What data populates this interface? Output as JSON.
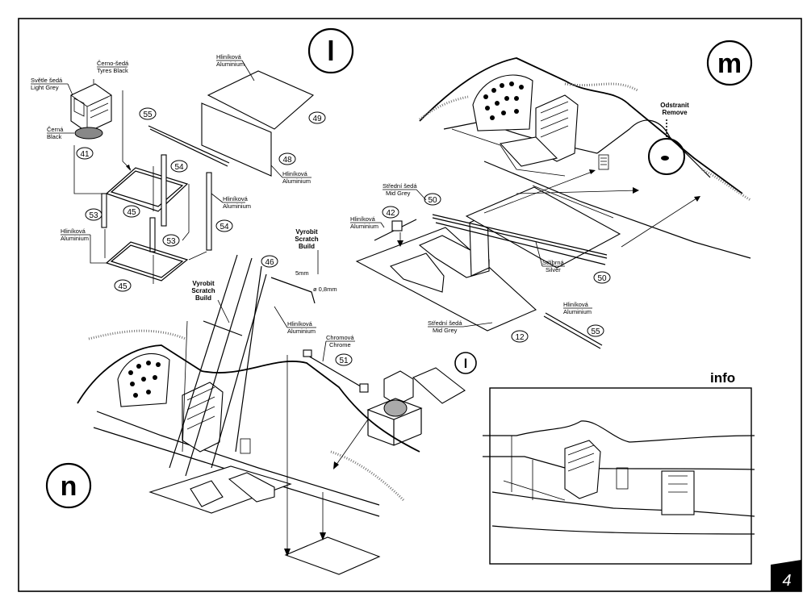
{
  "steps": {
    "l": "l",
    "m": "m",
    "n": "n",
    "l_small": "l"
  },
  "labels": {
    "cerno_seda": "Černo-šedá",
    "tyres_black": "Tyres Black",
    "svetle_seda": "Světle šedá",
    "light_grey": "Light Grey",
    "cerna": "Černá",
    "black": "Black",
    "hlinikova": "Hliníková",
    "aluminium": "Aluminium",
    "vyrobit": "Vyrobit",
    "scratch_build": "Scratch",
    "build": "Build",
    "dim_5mm": "5mm",
    "dim_08mm": "ø 0,8mm",
    "chromova": "Chromová",
    "chrome": "Chrome",
    "stredni_seda": "Střední šedá",
    "mid_grey": "Mid Grey",
    "stribrna": "Stříbrná",
    "silver": "Silver",
    "odstranit": "Odstranit",
    "remove": "Remove"
  },
  "parts": {
    "p41": "41",
    "p45": "45",
    "p45b": "45",
    "p49": "49",
    "p48": "48",
    "p53": "53",
    "p53b": "53",
    "p54": "54",
    "p54b": "54",
    "p55": "55",
    "p46": "46",
    "p51": "51",
    "p42": "42",
    "p50": "50",
    "p50b": "50",
    "p12": "12",
    "p55b": "55"
  },
  "info_title": "info",
  "page_number": "4"
}
